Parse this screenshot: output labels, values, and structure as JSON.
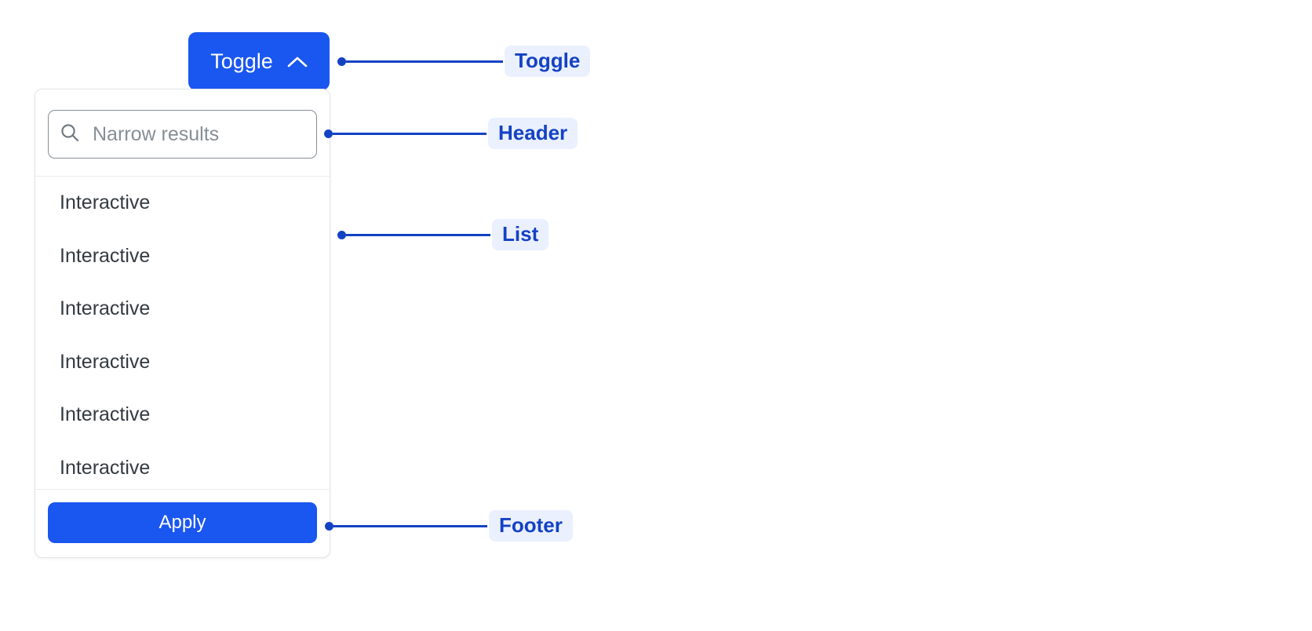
{
  "toggle": {
    "label": "Toggle",
    "icon": "chevron-up-icon",
    "background": "#1a56f0",
    "text_color": "#ffffff"
  },
  "panel": {
    "header": {
      "search": {
        "icon": "search-icon",
        "placeholder": "Narrow results",
        "value": ""
      }
    },
    "list": {
      "items": [
        {
          "label": "Interactive"
        },
        {
          "label": "Interactive"
        },
        {
          "label": "Interactive"
        },
        {
          "label": "Interactive"
        },
        {
          "label": "Interactive"
        },
        {
          "label": "Interactive"
        }
      ]
    },
    "footer": {
      "apply_label": "Apply",
      "apply_background": "#1a56f0"
    }
  },
  "annotations": {
    "accent_color": "#1442c4",
    "pill_background": "#eaf0fd",
    "items": [
      {
        "label": "Toggle"
      },
      {
        "label": "Header"
      },
      {
        "label": "List"
      },
      {
        "label": "Footer"
      }
    ]
  }
}
